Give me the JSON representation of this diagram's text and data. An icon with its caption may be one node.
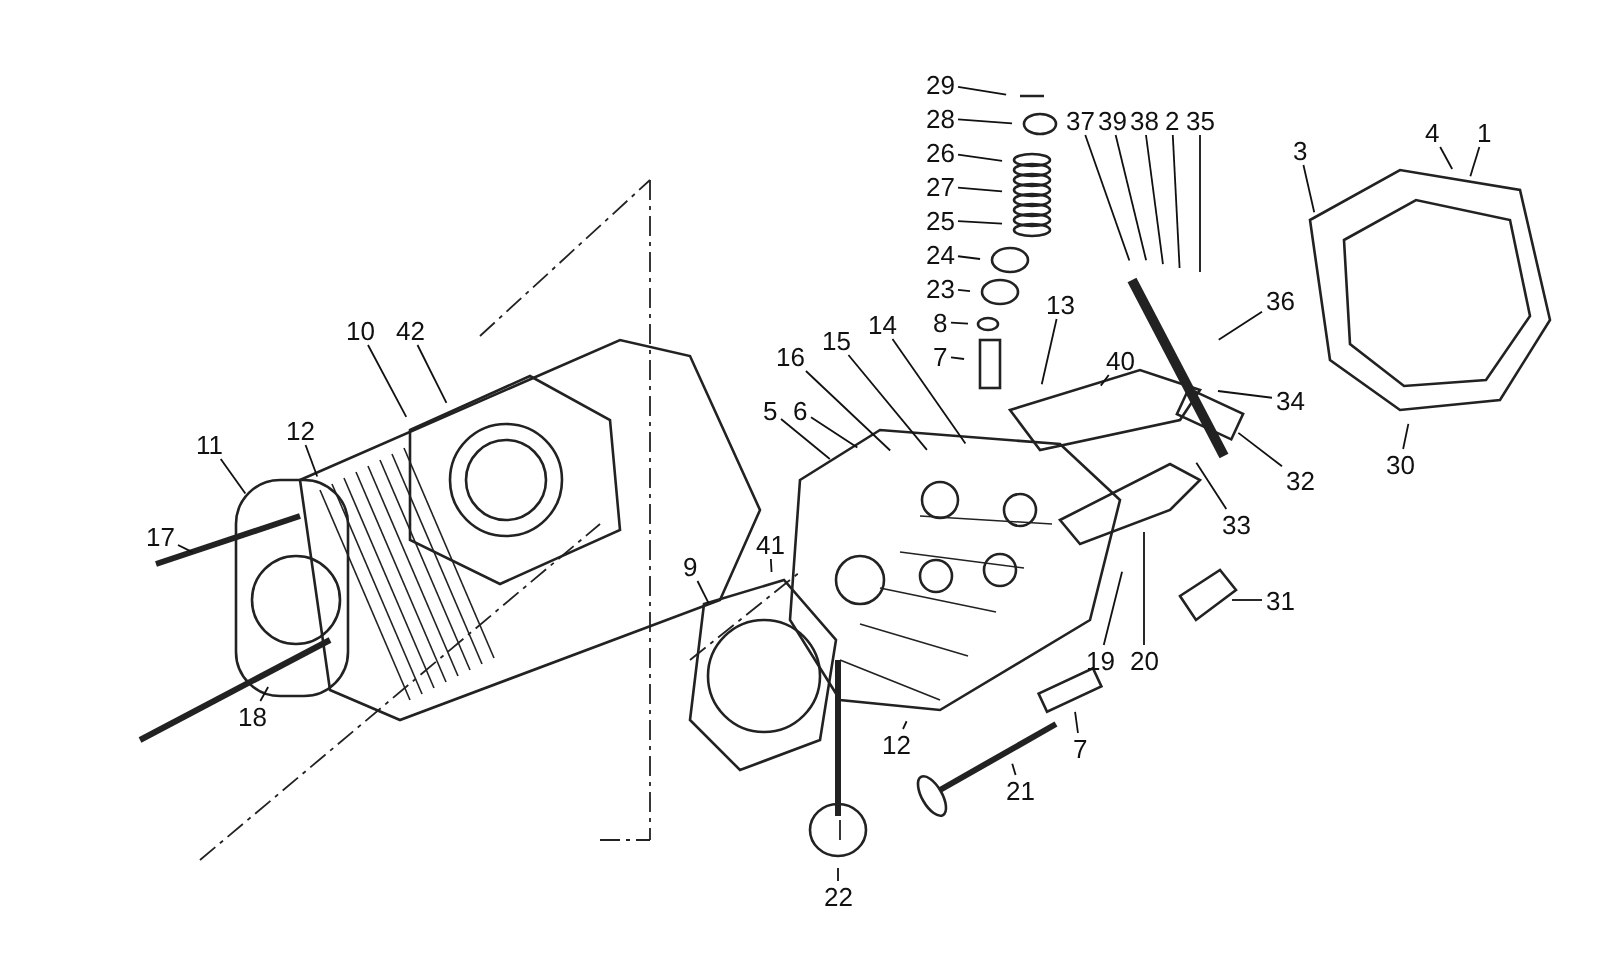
{
  "diagram": {
    "nodes": [
      {
        "text": [
          "29"
        ]
      },
      {
        "text": [
          "4"
        ]
      },
      {
        "text": [
          "1"
        ]
      },
      {
        "text": [
          "28"
        ]
      },
      {
        "text": [
          "26"
        ]
      },
      {
        "text": [
          "27"
        ]
      },
      {
        "text": [
          "37"
        ]
      },
      {
        "text": [
          "39"
        ]
      },
      {
        "text": [
          "38"
        ]
      },
      {
        "text": [
          "2"
        ]
      },
      {
        "text": [
          "35"
        ]
      },
      {
        "text": [
          "3"
        ]
      },
      {
        "text": [
          "25"
        ]
      },
      {
        "text": [
          "24"
        ]
      },
      {
        "text": [
          "23"
        ]
      },
      {
        "text": [
          "36"
        ]
      },
      {
        "text": [
          "8"
        ]
      },
      {
        "text": [
          "40"
        ]
      },
      {
        "text": [
          "7"
        ]
      },
      {
        "text": [
          "13"
        ]
      },
      {
        "text": [
          "14"
        ]
      },
      {
        "text": [
          "16"
        ]
      },
      {
        "text": [
          "15"
        ]
      },
      {
        "text": [
          "10"
        ]
      },
      {
        "text": [
          "42"
        ]
      },
      {
        "text": [
          "5"
        ]
      },
      {
        "text": [
          "6"
        ]
      },
      {
        "text": [
          "34"
        ]
      },
      {
        "text": [
          "32"
        ]
      },
      {
        "text": [
          "30"
        ]
      },
      {
        "text": [
          "11"
        ]
      },
      {
        "text": [
          "12"
        ]
      },
      {
        "text": [
          "33"
        ]
      },
      {
        "text": [
          "17"
        ]
      },
      {
        "text": [
          "9"
        ]
      },
      {
        "text": [
          "41"
        ]
      },
      {
        "text": [
          "19"
        ]
      },
      {
        "text": [
          "20"
        ]
      },
      {
        "text": [
          "31"
        ]
      },
      {
        "text": [
          "12"
        ]
      },
      {
        "text": [
          "7"
        ]
      },
      {
        "text": [
          "18"
        ]
      },
      {
        "text": [
          "21"
        ]
      },
      {
        "text": [
          "22"
        ]
      }
    ],
    "edges": [
      {
        "from": 0,
        "to": null,
        "arrow": "none"
      },
      {
        "from": 1,
        "to": null,
        "arrow": "none"
      },
      {
        "from": 2,
        "to": null,
        "arrow": "none"
      },
      {
        "from": 3,
        "to": null,
        "arrow": "none"
      },
      {
        "from": 4,
        "to": null,
        "arrow": "none"
      },
      {
        "from": 5,
        "to": null,
        "arrow": "none"
      },
      {
        "from": 6,
        "to": null,
        "arrow": "none"
      },
      {
        "from": 7,
        "to": null,
        "arrow": "none"
      },
      {
        "from": 8,
        "to": null,
        "arrow": "none"
      },
      {
        "from": 9,
        "to": null,
        "arrow": "none"
      },
      {
        "from": 10,
        "to": null,
        "arrow": "none"
      },
      {
        "from": 11,
        "to": null,
        "arrow": "none"
      },
      {
        "from": 12,
        "to": null,
        "arrow": "none"
      },
      {
        "from": 13,
        "to": null,
        "arrow": "none"
      },
      {
        "from": 14,
        "to": null,
        "arrow": "none"
      },
      {
        "from": 15,
        "to": null,
        "arrow": "none"
      },
      {
        "from": 16,
        "to": null,
        "arrow": "none"
      },
      {
        "from": 17,
        "to": null,
        "arrow": "none"
      },
      {
        "from": 18,
        "to": null,
        "arrow": "none"
      },
      {
        "from": 19,
        "to": null,
        "arrow": "none"
      },
      {
        "from": 20,
        "to": null,
        "arrow": "none"
      },
      {
        "from": 21,
        "to": null,
        "arrow": "none"
      },
      {
        "from": 22,
        "to": null,
        "arrow": "none"
      },
      {
        "from": 23,
        "to": null,
        "arrow": "none"
      },
      {
        "from": 24,
        "to": null,
        "arrow": "none"
      },
      {
        "from": 25,
        "to": null,
        "arrow": "none"
      },
      {
        "from": 26,
        "to": null,
        "arrow": "none"
      },
      {
        "from": 27,
        "to": null,
        "arrow": "none"
      },
      {
        "from": 28,
        "to": null,
        "arrow": "none"
      },
      {
        "from": 29,
        "to": null,
        "arrow": "none"
      },
      {
        "from": 30,
        "to": null,
        "arrow": "none"
      },
      {
        "from": 31,
        "to": null,
        "arrow": "none"
      },
      {
        "from": 32,
        "to": null,
        "arrow": "none"
      },
      {
        "from": 33,
        "to": null,
        "arrow": "none"
      },
      {
        "from": 34,
        "to": null,
        "arrow": "none"
      },
      {
        "from": 35,
        "to": null,
        "arrow": "none"
      },
      {
        "from": 36,
        "to": null,
        "arrow": "none"
      },
      {
        "from": 37,
        "to": null,
        "arrow": "none"
      },
      {
        "from": 38,
        "to": null,
        "arrow": "none"
      },
      {
        "from": 39,
        "to": null,
        "arrow": "none"
      },
      {
        "from": 40,
        "to": null,
        "arrow": "none"
      },
      {
        "from": 41,
        "to": null,
        "arrow": "none"
      },
      {
        "from": 42,
        "to": null,
        "arrow": "none"
      },
      {
        "from": 43,
        "to": null,
        "arrow": "none"
      }
    ]
  }
}
